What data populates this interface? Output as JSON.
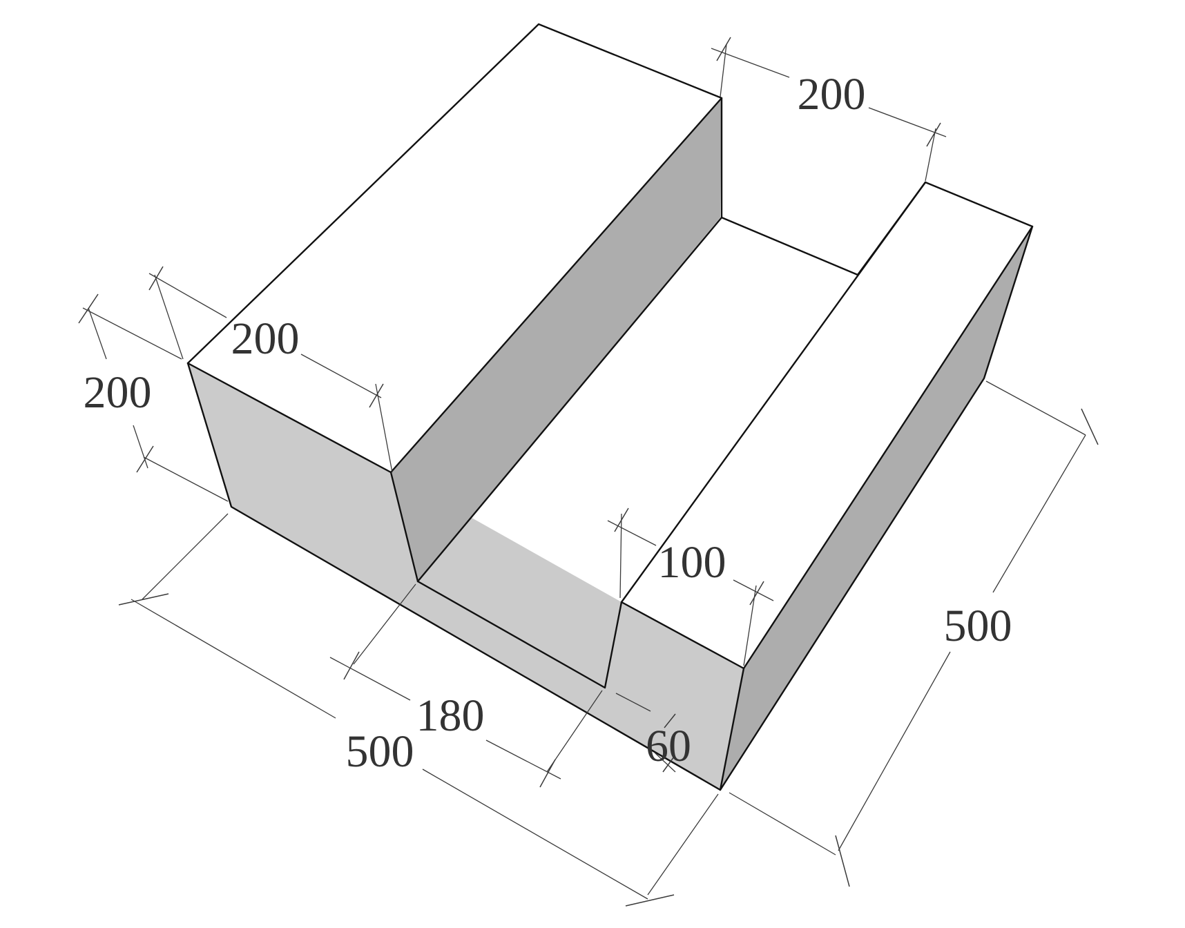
{
  "colors": {
    "top_face": "#ffffff",
    "front_face": "#cbcbcb",
    "side_face": "#adadad",
    "edge": "#111111",
    "dimension": "#3a3a3a"
  },
  "dimensions": {
    "left_block_width": "200",
    "left_block_height": "200",
    "right_block_width": "200",
    "step_height": "100",
    "groove_width": "180",
    "inset": "60",
    "total_width": "500",
    "total_depth": "500"
  }
}
